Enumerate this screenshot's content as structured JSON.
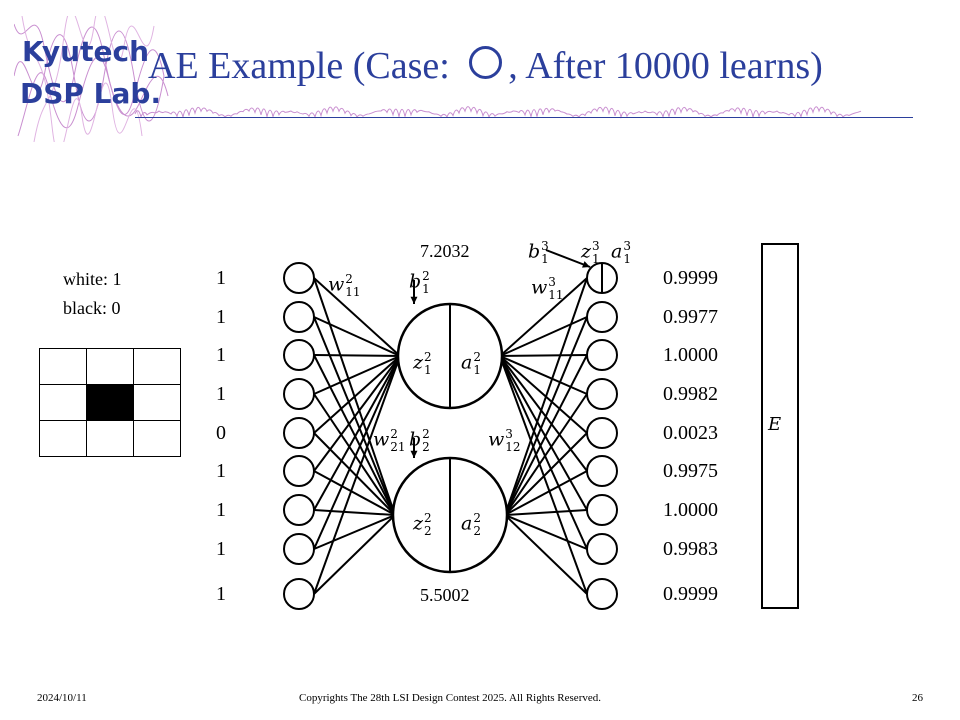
{
  "logo": {
    "line1": "Kyutech",
    "line2": "DSP Lab."
  },
  "title": {
    "prefix": "AE Example (Case: ",
    "suffix": ", After 10000 learns)"
  },
  "legend": {
    "white": "white: 1",
    "black": "black: 0"
  },
  "pattern": [
    [
      1,
      1,
      1
    ],
    [
      1,
      0,
      1
    ],
    [
      1,
      1,
      1
    ]
  ],
  "inputs": [
    "1",
    "1",
    "1",
    "1",
    "0",
    "1",
    "1",
    "1",
    "1"
  ],
  "outputs": [
    "0.9999",
    "0.9977",
    "1.0000",
    "0.9982",
    "0.0023",
    "0.9975",
    "1.0000",
    "0.9983",
    "0.9999"
  ],
  "hidden_values": {
    "top": "7.2032",
    "bottom": "5.5002"
  },
  "labels": {
    "w211": {
      "base": "w",
      "sup": "2",
      "sub": "11"
    },
    "b21": {
      "base": "b",
      "sup": "2",
      "sub": "1"
    },
    "w221": {
      "base": "w",
      "sup": "2",
      "sub": "21"
    },
    "b22": {
      "base": "b",
      "sup": "2",
      "sub": "2"
    },
    "z21": {
      "base": "z",
      "sup": "2",
      "sub": "1"
    },
    "a21": {
      "base": "a",
      "sup": "2",
      "sub": "1"
    },
    "z22": {
      "base": "z",
      "sup": "2",
      "sub": "2"
    },
    "a22": {
      "base": "a",
      "sup": "2",
      "sub": "2"
    },
    "b31": {
      "base": "b",
      "sup": "3",
      "sub": "1"
    },
    "z31": {
      "base": "z",
      "sup": "3",
      "sub": "1"
    },
    "a31": {
      "base": "a",
      "sup": "3",
      "sub": "1"
    },
    "w311": {
      "base": "w",
      "sup": "3",
      "sub": "11"
    },
    "w312": {
      "base": "w",
      "sup": "3",
      "sub": "12"
    },
    "E": "E"
  },
  "footer": {
    "date": "2024/10/11",
    "copyright": "Copyrights The 28th LSI Design Contest 2025.  All Rights Reserved.",
    "page": "26"
  }
}
